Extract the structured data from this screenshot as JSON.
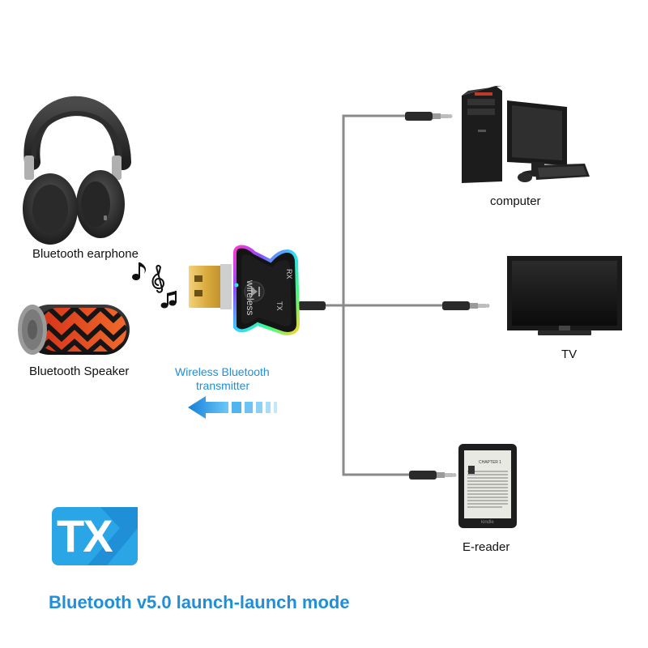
{
  "colors": {
    "accent_blue": "#1f8fd8",
    "badge_blue": "#2aa6e6",
    "cable_gray": "#8a8a8a",
    "device_black": "#1a1a1a"
  },
  "devices": {
    "left": [
      {
        "label": "Bluetooth earphone",
        "icon": "headphones-icon"
      },
      {
        "label": "Bluetooth Speaker",
        "icon": "speaker-icon"
      }
    ],
    "right": [
      {
        "label": "computer",
        "icon": "desktop-computer-icon"
      },
      {
        "label": "TV",
        "icon": "tv-icon"
      },
      {
        "label": "E-reader",
        "icon": "e-reader-icon"
      }
    ]
  },
  "transmitter": {
    "body_text_1": "wireless",
    "body_text_2": "TX",
    "body_text_3": "RX",
    "arrow_label_line1": "Wireless Bluetooth",
    "arrow_label_line2": "transmitter"
  },
  "ereader_screen": {
    "heading": "CHAPTER 1",
    "brand": "kindle"
  },
  "badge": {
    "text": "TX"
  },
  "caption": "Bluetooth v5.0 launch-launch mode",
  "music_icons": [
    "music-note-icon",
    "treble-clef-icon",
    "double-note-icon"
  ]
}
